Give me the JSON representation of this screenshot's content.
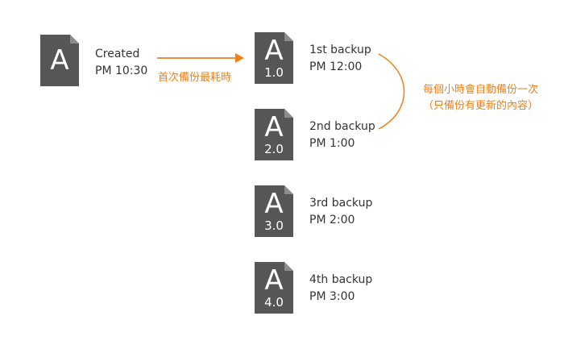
{
  "colors": {
    "file_fill": "#565656",
    "file_fold": "#8c8c8c",
    "accent": "#e8821e",
    "text": "#333333"
  },
  "icon": "document-file-icon",
  "original": {
    "letter": "A",
    "line1": "Created",
    "line2": "PM 10:30"
  },
  "first_backup_annotation": "首次備份最耗時",
  "hourly_annotation": {
    "line1": "每個小時會自動備份一次",
    "line2": "（只備份有更新的內容）"
  },
  "backups": [
    {
      "letter": "A",
      "version": "1.0",
      "line1": "1st backup",
      "line2": "PM 12:00"
    },
    {
      "letter": "A",
      "version": "2.0",
      "line1": "2nd backup",
      "line2": "PM 1:00"
    },
    {
      "letter": "A",
      "version": "3.0",
      "line1": "3rd backup",
      "line2": "PM 2:00"
    },
    {
      "letter": "A",
      "version": "4.0",
      "line1": "4th backup",
      "line2": "PM 3:00"
    }
  ]
}
